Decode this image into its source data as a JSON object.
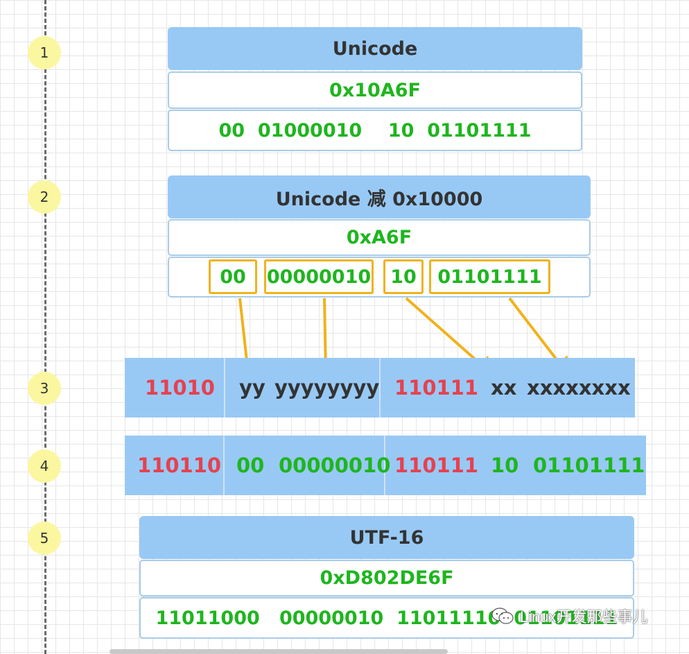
{
  "steps": [
    "1",
    "2",
    "3",
    "4",
    "5"
  ],
  "block1": {
    "header": "Unicode",
    "hex": "0x10A6F",
    "bits": [
      "00",
      "01000010",
      "10",
      "01101111"
    ]
  },
  "block2": {
    "header": "Unicode 减 0x10000",
    "hex": "0xA6F",
    "bits": [
      "00",
      "00000010",
      "10",
      "01101111"
    ]
  },
  "band3": {
    "high_prefix": "11010",
    "high_y1": "yy",
    "high_y2": "yyyyyyyy",
    "low_prefix": "110111",
    "low_x1": "xx",
    "low_x2": "xxxxxxxx"
  },
  "band4": {
    "high_prefix": "110110",
    "high_b1": "00",
    "high_b2": "00000010",
    "low_prefix": "110111",
    "low_b1": "10",
    "low_b2": "01101111"
  },
  "block5": {
    "header": "UTF-16",
    "hex": "0xD802DE6F",
    "bits": [
      "11011000",
      "00000010",
      "11011110",
      "01101111"
    ]
  },
  "watermark": "Linux开发那些事儿",
  "colors": {
    "header_blue": "#98c9f5",
    "prefix_red": "#e6414f",
    "value_green": "#1fb51f",
    "highlight_yellow": "#eeb31d",
    "step_yellow": "#fbf7a0"
  }
}
